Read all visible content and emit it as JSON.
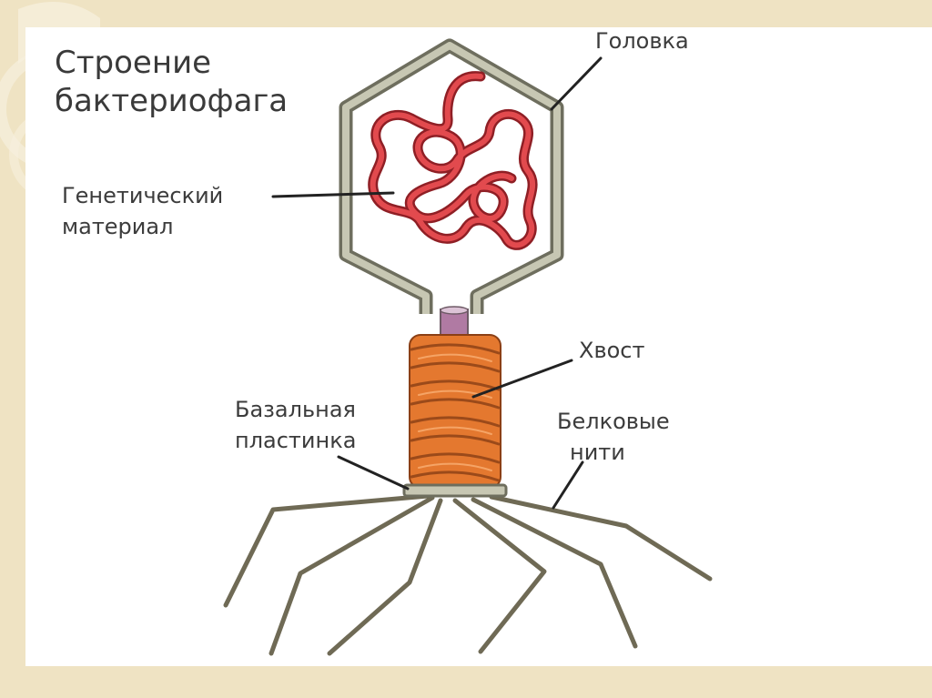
{
  "title": {
    "line1": "Строение",
    "line2": "бактериофага"
  },
  "labels": {
    "head": "Головка",
    "genetic_material_line1": "Генетический",
    "genetic_material_line2": "материал",
    "tail": "Хвост",
    "base_plate_line1": "Базальная",
    "base_plate_line2": "пластинка",
    "protein_fibers_line1": "Белковые",
    "protein_fibers_line2": "нити"
  },
  "colors": {
    "background": "#efe3c3",
    "capsid_outer": "#6e6e5e",
    "capsid_inner": "#c7c7b3",
    "genetic_material": "#d8363b",
    "tail_sheath": "#e4782f",
    "core_tube": "#b07aa3",
    "fibers": "#6f6a55",
    "leader_lines": "#222222"
  }
}
